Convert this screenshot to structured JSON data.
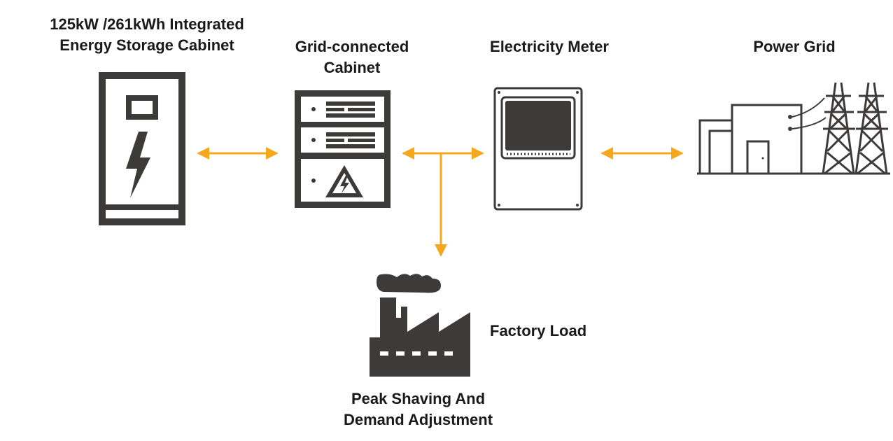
{
  "labels": {
    "ess_line1": "125kW /261kWh Integrated",
    "ess_line2": "Energy Storage Cabinet",
    "grid_cabinet_line1": "Grid-connected",
    "grid_cabinet_line2": "Cabinet",
    "meter": "Electricity Meter",
    "power_grid": "Power Grid",
    "factory_load": "Factory Load",
    "peak_line1": "Peak Shaving And",
    "peak_line2": "Demand Adjustment"
  },
  "colors": {
    "arrow": "#f5a81c",
    "icon": "#3d3a3a",
    "text": "#1a1a1a"
  },
  "icons": [
    "battery-cabinet-icon",
    "grid-cabinet-icon",
    "electricity-meter-icon",
    "power-grid-icon",
    "factory-icon"
  ]
}
